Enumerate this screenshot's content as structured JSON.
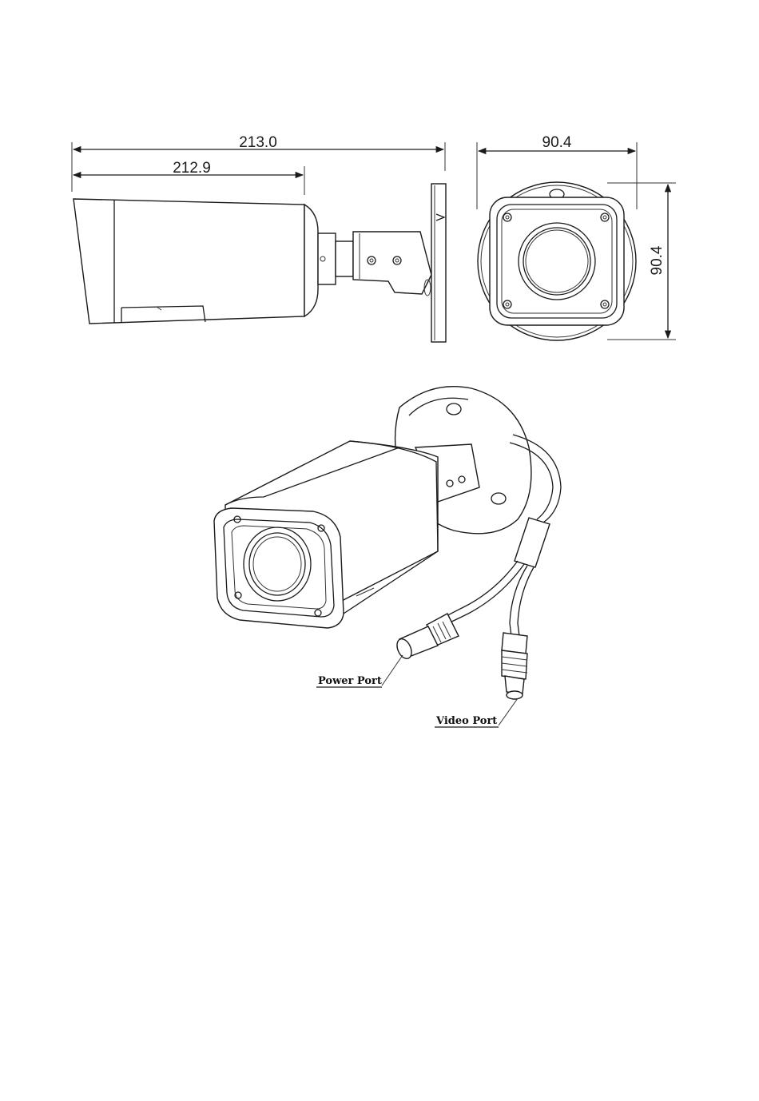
{
  "dimensions": {
    "overall_length": "213.0",
    "body_length": "212.9",
    "front_width": "90.4",
    "front_height": "90.4"
  },
  "callouts": {
    "power_port": "Power Port",
    "video_port": "Video Port"
  },
  "colors": {
    "line": "#1a1a1a",
    "background": "#ffffff"
  }
}
